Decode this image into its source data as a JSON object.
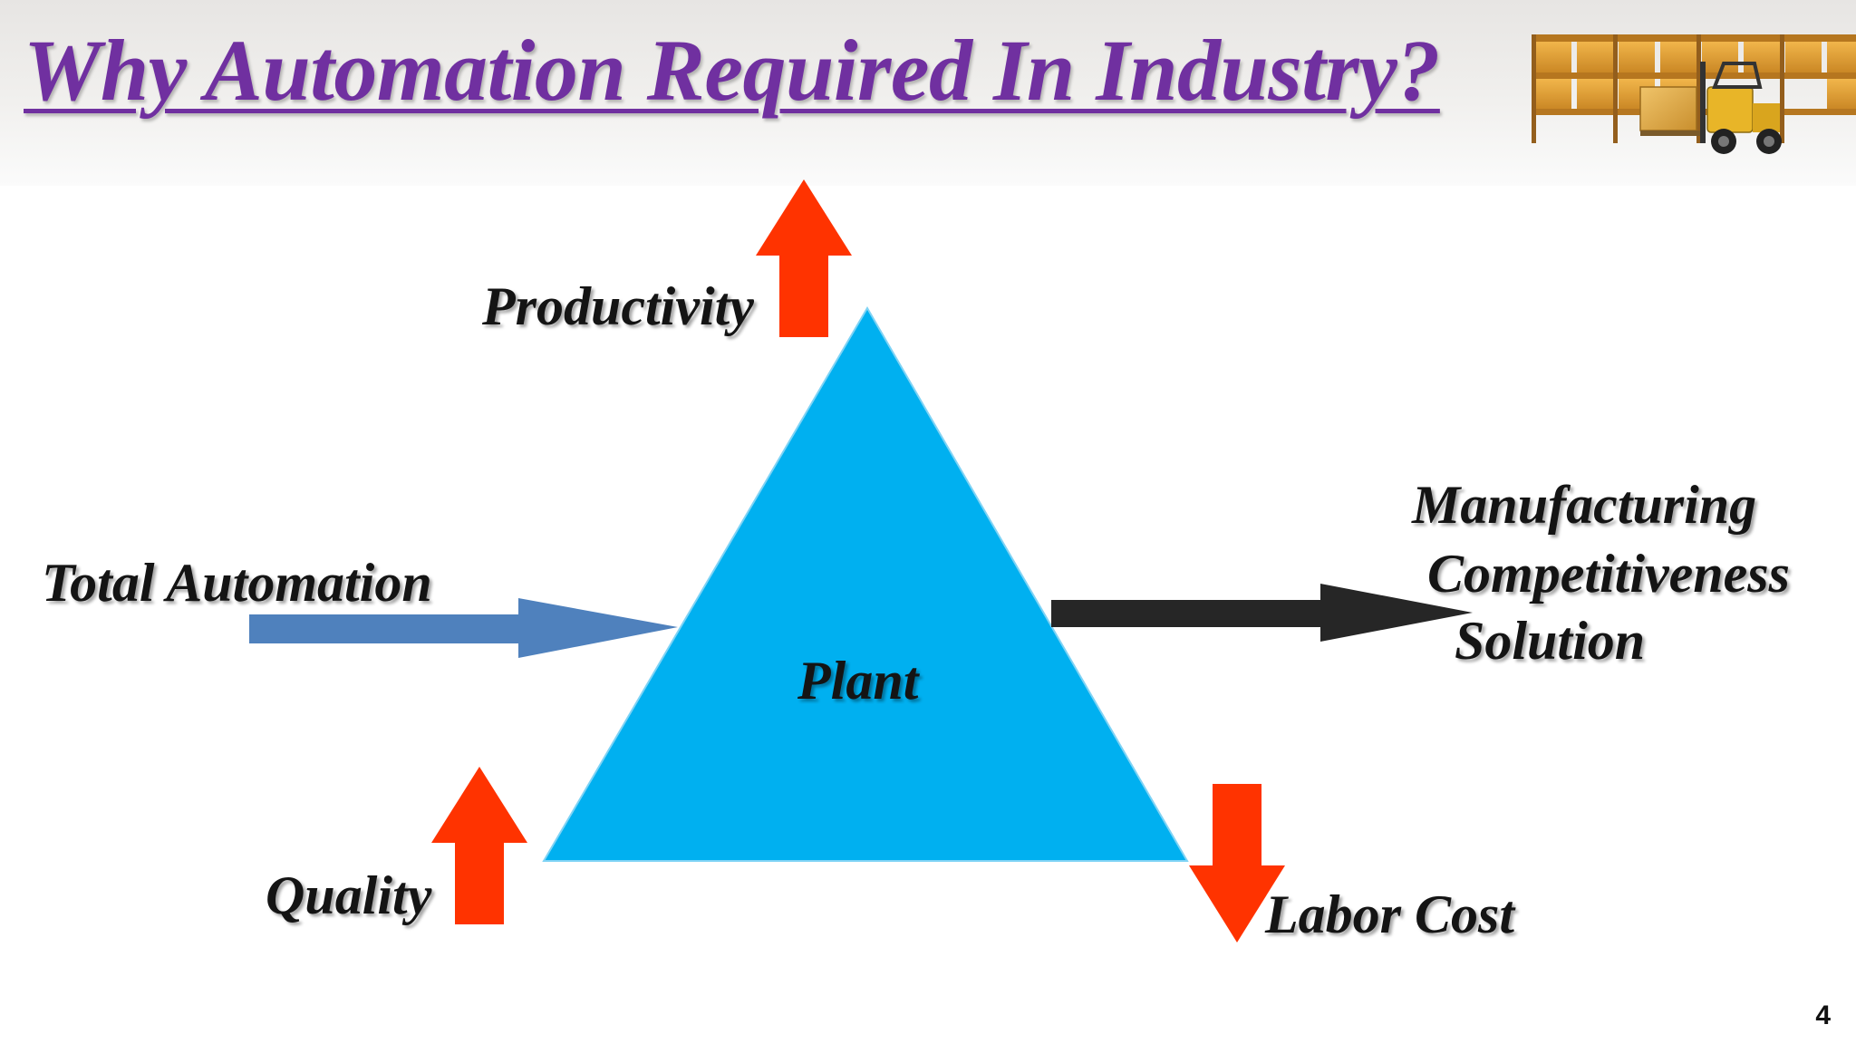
{
  "slide": {
    "title": "Why Automation Required In Industry?",
    "page_number": "4"
  },
  "header_image": {
    "icon": "warehouse-forklift-image"
  },
  "diagram": {
    "center": {
      "label": "Plant",
      "shape": "triangle",
      "color": "#00b0f0"
    },
    "input": {
      "label": "Total Automation",
      "arrow": "right-arrow-icon",
      "color": "#4f81bd"
    },
    "output": {
      "lines": [
        "Manufacturing",
        "Competitiveness",
        "Solution"
      ],
      "arrow": "right-arrow-icon",
      "color": "#262626"
    },
    "indicators": {
      "productivity": {
        "label": "Productivity",
        "direction": "up",
        "arrow": "up-arrow-icon"
      },
      "quality": {
        "label": "Quality",
        "direction": "up",
        "arrow": "up-arrow-icon"
      },
      "labor_cost": {
        "label": "Labor Cost",
        "direction": "down",
        "arrow": "down-arrow-icon"
      }
    },
    "arrow_color": "#ff3300"
  },
  "colors": {
    "title": "#7030a0",
    "text": "#141414"
  }
}
